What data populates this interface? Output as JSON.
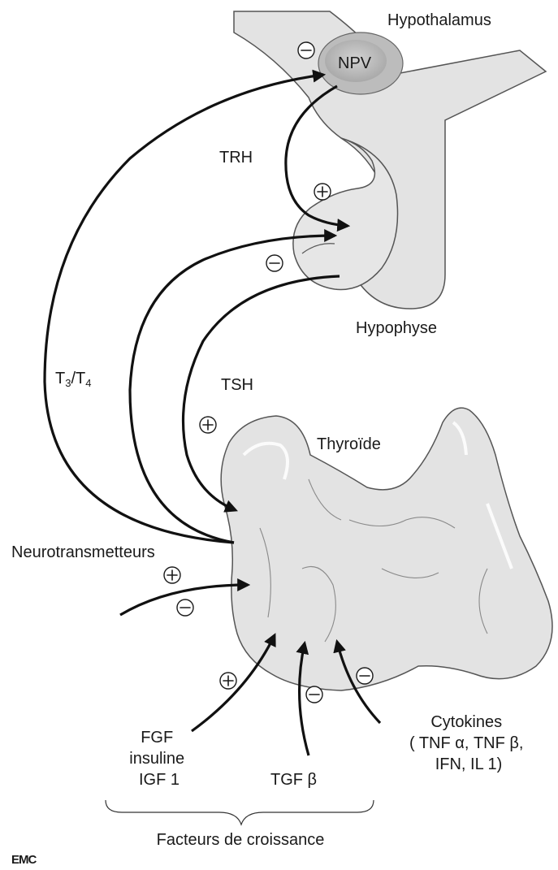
{
  "labels": {
    "hypothalamus": "Hypothalamus",
    "npv": "NPV",
    "trh": "TRH",
    "hypophyse": "Hypophyse",
    "t3t4": {
      "t": "T",
      "s1": "3",
      "sep": "/T",
      "s2": "4"
    },
    "tsh": "TSH",
    "thyroide": "Thyroïde",
    "neurotransmetteurs": "Neurotransmetteurs",
    "fgf_lines": [
      "FGF",
      "insuline",
      "IGF 1"
    ],
    "tgf": "TGF β",
    "cytokines_lines": [
      "Cytokines",
      "( TNF α, TNF β,",
      "IFN, IL 1)"
    ],
    "facteurs": "Facteurs de croissance",
    "logo": "EMC"
  },
  "signs": {
    "npv_feedback": "minus",
    "trh_effect": "plus",
    "hypophyse_feedback": "minus",
    "tsh_effect": "plus",
    "neuro_plus": "plus",
    "neuro_minus": "minus",
    "fgf_effect": "plus",
    "tgf_effect": "minus",
    "cytokines_effect": "minus"
  },
  "colors": {
    "tissue": "#e3e3e3",
    "tissue_dark": "#c8c8c8",
    "outline": "#555555",
    "arrow": "#111111"
  }
}
